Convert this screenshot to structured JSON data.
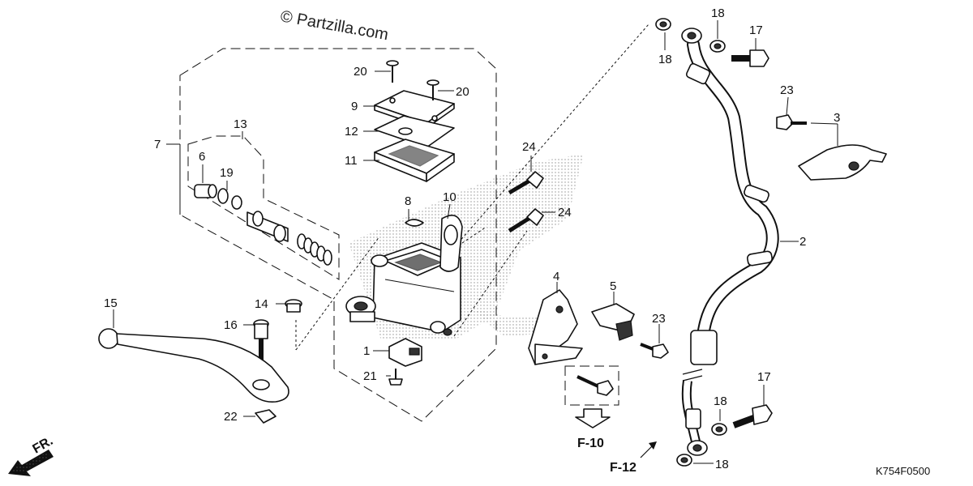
{
  "watermark": "© Partzilla.com",
  "diagram_code": "K754F0500",
  "direction_label": "FR.",
  "section_refs": [
    {
      "id": "f10",
      "text": "F-10"
    },
    {
      "id": "f12",
      "text": "F-12"
    }
  ],
  "callouts": [
    {
      "id": "c1",
      "text": "1"
    },
    {
      "id": "c2",
      "text": "2"
    },
    {
      "id": "c3",
      "text": "3"
    },
    {
      "id": "c4",
      "text": "4"
    },
    {
      "id": "c5",
      "text": "5"
    },
    {
      "id": "c6",
      "text": "6"
    },
    {
      "id": "c7",
      "text": "7"
    },
    {
      "id": "c8",
      "text": "8"
    },
    {
      "id": "c9",
      "text": "9"
    },
    {
      "id": "c10",
      "text": "10"
    },
    {
      "id": "c11",
      "text": "11"
    },
    {
      "id": "c12",
      "text": "12"
    },
    {
      "id": "c13",
      "text": "13"
    },
    {
      "id": "c14",
      "text": "14"
    },
    {
      "id": "c15",
      "text": "15"
    },
    {
      "id": "c16",
      "text": "16"
    },
    {
      "id": "c17a",
      "text": "17"
    },
    {
      "id": "c17b",
      "text": "17"
    },
    {
      "id": "c18a",
      "text": "18"
    },
    {
      "id": "c18b",
      "text": "18"
    },
    {
      "id": "c18c",
      "text": "18"
    },
    {
      "id": "c18d",
      "text": "18"
    },
    {
      "id": "c19",
      "text": "19"
    },
    {
      "id": "c20a",
      "text": "20"
    },
    {
      "id": "c20b",
      "text": "20"
    },
    {
      "id": "c21",
      "text": "21"
    },
    {
      "id": "c22",
      "text": "22"
    },
    {
      "id": "c23a",
      "text": "23"
    },
    {
      "id": "c23b",
      "text": "23"
    },
    {
      "id": "c24a",
      "text": "24"
    },
    {
      "id": "c24b",
      "text": "24"
    }
  ]
}
